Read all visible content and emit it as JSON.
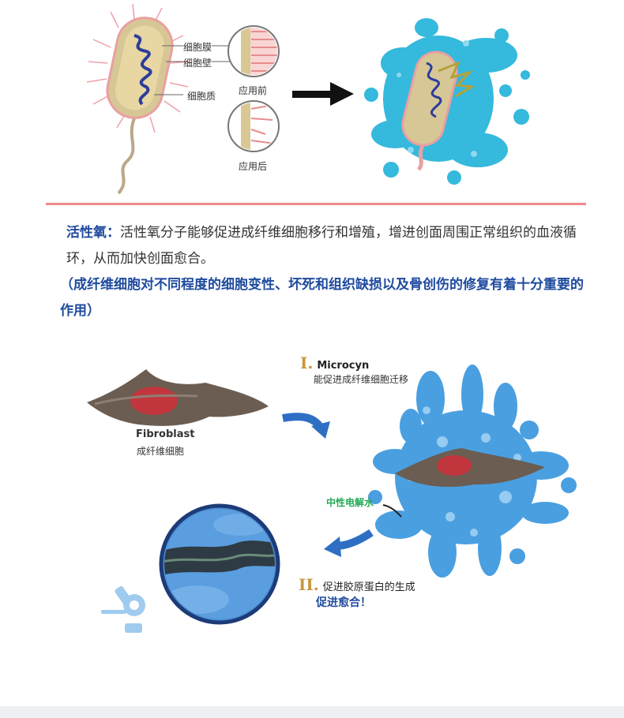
{
  "top_diagram": {
    "labels": {
      "cell_membrane": "细胞膜",
      "cell_wall": "细胞壁",
      "cytoplasm": "细胞质",
      "before": "应用前",
      "after": "应用后"
    }
  },
  "text": {
    "heading": "活性氧：",
    "body": "活性氧分子能够促进成纤维细胞移行和增殖，增进创面周围正常组织的血液循环，从而加快创面愈合。",
    "note": "（成纤维细胞对不同程度的细胞变性、坏死和组织缺损以及骨创伤的修复有着十分重要的作用）"
  },
  "bottom_diagram": {
    "fibroblast_en": "Fibroblast",
    "fibroblast_cn": "成纤维细胞",
    "step1_num": "I.",
    "step1_title": "Microcyn",
    "step1_desc": "能促进成纤维细胞迁移",
    "neutral_water": "中性电解水",
    "step2_num": "II.",
    "step2_desc": "促进胶原蛋白的生成",
    "step2_result": "促进愈合！"
  },
  "colors": {
    "accent_blue": "#1e4a9e",
    "divider_red": "#f08a8a",
    "label_green": "#22aa55",
    "step_gold": "#c9973a"
  }
}
